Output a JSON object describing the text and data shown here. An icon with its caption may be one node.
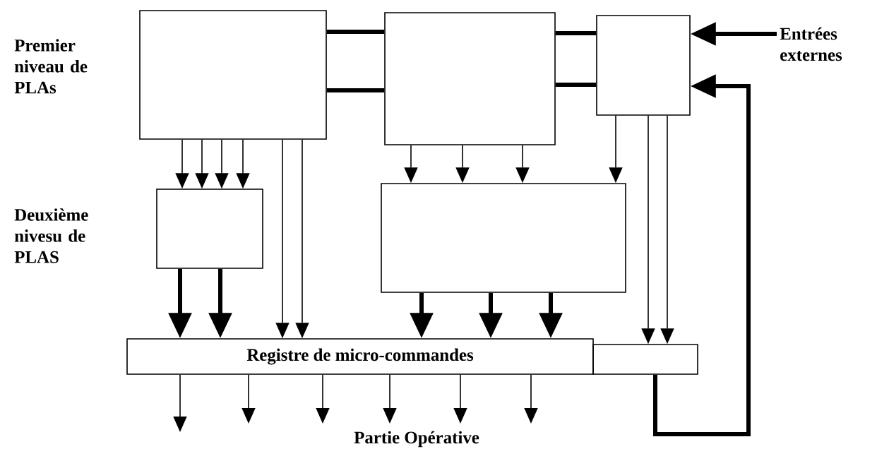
{
  "diagram": {
    "nodes": [
      {
        "text": [],
        "shape": "box"
      },
      {
        "text": [],
        "shape": "box"
      },
      {
        "text": [],
        "shape": "box"
      },
      {
        "text": [],
        "shape": "box"
      },
      {
        "text": [],
        "shape": "box"
      },
      {
        "text": [
          "Registre de micro-commandes"
        ]
      },
      {
        "text": [],
        "shape": "box"
      },
      {
        "text": [
          "Entrées externes"
        ]
      }
    ],
    "edges": [
      {
        "from": 0,
        "to": 1,
        "arrow": "none",
        "style": "thick"
      },
      {
        "from": 0,
        "to": 1,
        "arrow": "none",
        "style": "thick"
      },
      {
        "from": 1,
        "to": 2,
        "arrow": "none",
        "style": "thick"
      },
      {
        "from": 1,
        "to": 2,
        "arrow": "none",
        "style": "thick"
      },
      {
        "from": 7,
        "to": 2,
        "arrow": "to",
        "style": "thick"
      },
      {
        "from": 6,
        "to": 2,
        "arrow": "to",
        "style": "thick"
      },
      {
        "from": 0,
        "to": 3,
        "arrow": "to"
      },
      {
        "from": 0,
        "to": 3,
        "arrow": "to"
      },
      {
        "from": 0,
        "to": 3,
        "arrow": "to"
      },
      {
        "from": 0,
        "to": 3,
        "arrow": "to"
      },
      {
        "from": 0,
        "to": 5,
        "arrow": "to"
      },
      {
        "from": 0,
        "to": 5,
        "arrow": "to"
      },
      {
        "from": 1,
        "to": 4,
        "arrow": "to"
      },
      {
        "from": 1,
        "to": 4,
        "arrow": "to"
      },
      {
        "from": 1,
        "to": 4,
        "arrow": "to"
      },
      {
        "from": 2,
        "to": 4,
        "arrow": "to"
      },
      {
        "from": 2,
        "to": 6,
        "arrow": "to"
      },
      {
        "from": 2,
        "to": 6,
        "arrow": "to"
      },
      {
        "from": 3,
        "to": 5,
        "arrow": "to",
        "style": "thick"
      },
      {
        "from": 3,
        "to": 5,
        "arrow": "to",
        "style": "thick"
      },
      {
        "from": 4,
        "to": 5,
        "arrow": "to",
        "style": "thick"
      },
      {
        "from": 4,
        "to": 5,
        "arrow": "to",
        "style": "thick"
      },
      {
        "from": 4,
        "to": 5,
        "arrow": "to",
        "style": "thick"
      },
      {
        "from": 5,
        "to": null,
        "arrow": "to"
      },
      {
        "from": 5,
        "to": null,
        "arrow": "to"
      },
      {
        "from": 5,
        "to": null,
        "arrow": "to"
      },
      {
        "from": 5,
        "to": null,
        "arrow": "to"
      },
      {
        "from": 5,
        "to": null,
        "arrow": "to"
      },
      {
        "from": 5,
        "to": null,
        "arrow": "to"
      }
    ],
    "labels": [
      "Premier niveau de PLAs",
      "Deuxième nivesu de PLAS",
      "Partie Opérative"
    ]
  }
}
